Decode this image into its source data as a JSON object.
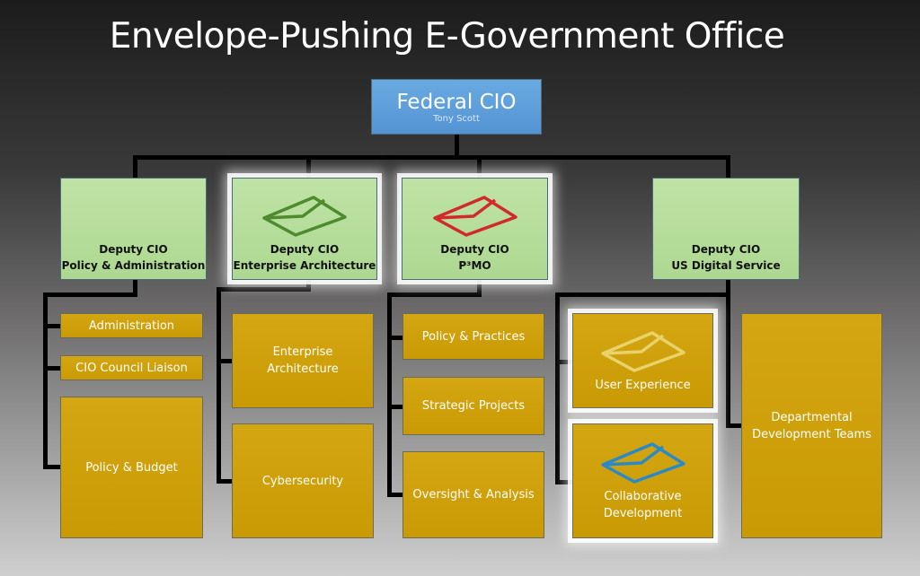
{
  "title": "Envelope-Pushing E-Government Office",
  "root": {
    "title": "Federal CIO",
    "name": "Tony Scott",
    "color": "#5b9bd5"
  },
  "deputies": [
    {
      "line1": "Deputy CIO",
      "line2": "Policy & Administration"
    },
    {
      "line1": "Deputy CIO",
      "line2": "Enterprise Architecture",
      "icon": "green-envelope-icon",
      "icon_color": "#4e8a2e"
    },
    {
      "line1": "Deputy CIO",
      "line2": "P³MO",
      "icon": "red-envelope-icon",
      "icon_color": "#d22a2a"
    },
    {
      "line1": "Deputy CIO",
      "line2": "US Digital Service"
    }
  ],
  "units": {
    "administration": "Administration",
    "cio_council": "CIO Council Liaison",
    "policy_budget": "Policy & Budget",
    "enterprise_architecture": "Enterprise Architecture",
    "cybersecurity": "Cybersecurity",
    "policy_practices": "Policy & Practices",
    "strategic_projects": "Strategic Projects",
    "oversight": "Oversight & Analysis",
    "user_experience": "User Experience",
    "collaborative": "Collaborative Development",
    "departmental": "Departmental Development Teams"
  },
  "colors": {
    "green": "#b3dc97",
    "gold": "#c99a03",
    "yellow_icon": "#e8d36a",
    "blue_icon": "#2a8ac8"
  }
}
